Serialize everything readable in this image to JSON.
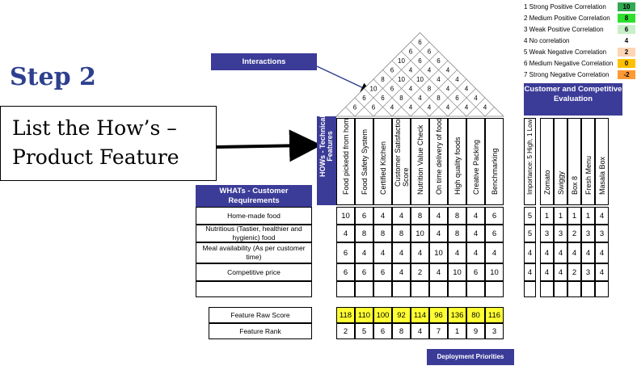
{
  "slide": {
    "step_title": "Step 2",
    "note_line1": "List the How’s –",
    "note_line2": "Product Feature"
  },
  "labels": {
    "interactions": "Interactions",
    "hows_header": "HOWs - Technical Features",
    "whats_header": "WHATs - Customer Requirements",
    "customer_eval": "Customer and Competitive Evaluation",
    "importance": "Importance: 5 High, 1 Low",
    "raw_score": "Feature Raw Score",
    "rank": "Feature Rank",
    "deployment": "Deployment Priorities"
  },
  "legend": [
    {
      "label": "1 Strong Positive Correlation",
      "value": "10",
      "color": "#33a852"
    },
    {
      "label": "2 Medium Positive Correlation",
      "value": "8",
      "color": "#2ee02e"
    },
    {
      "label": "3 Weak Positive Correlation",
      "value": "6",
      "color": "#c8f0c8"
    },
    {
      "label": "4 No correlation",
      "value": "4",
      "color": "#ffffff"
    },
    {
      "label": "5 Weak Negative Correlation",
      "value": "2",
      "color": "#fcd5b4"
    },
    {
      "label": "6 Medium Negative Correlation",
      "value": "0",
      "color": "#ffc000"
    },
    {
      "label": "7 Strong Negative Correlation",
      "value": "-2",
      "color": "#ff9933"
    }
  ],
  "features": [
    "Food pickedd from home",
    "Food Safety System",
    "Certified Kitchen",
    "Customer Satisfaction Score",
    "Nutrition Value Check",
    "On time delivery of food",
    "High quality foods",
    "Creative Packing",
    "Benchmarking"
  ],
  "competitors": [
    "Zomato",
    "Swiggy",
    "Box 8",
    "Fresh Menu",
    "Masala Box"
  ],
  "requirements": [
    {
      "name": "Home-made food",
      "values": [
        "10",
        "6",
        "4",
        "4",
        "8",
        "4",
        "8",
        "4",
        "6"
      ],
      "importance": "5",
      "eval": [
        "1",
        "1",
        "1",
        "1",
        "4"
      ]
    },
    {
      "name": "Nutritious (Tastier, healthier and hygienic) food",
      "values": [
        "4",
        "8",
        "8",
        "8",
        "10",
        "4",
        "8",
        "4",
        "6"
      ],
      "importance": "5",
      "eval": [
        "3",
        "3",
        "2",
        "3",
        "3"
      ]
    },
    {
      "name": "Meal availability (As per customer time)",
      "values": [
        "6",
        "4",
        "4",
        "4",
        "4",
        "10",
        "4",
        "4",
        "4"
      ],
      "importance": "4",
      "eval": [
        "4",
        "4",
        "4",
        "4",
        "4"
      ]
    },
    {
      "name": "Competitive price",
      "values": [
        "6",
        "6",
        "6",
        "4",
        "2",
        "4",
        "10",
        "6",
        "10"
      ],
      "importance": "4",
      "eval": [
        "4",
        "4",
        "2",
        "3",
        "4"
      ]
    }
  ],
  "raw_scores": [
    "118",
    "110",
    "100",
    "92",
    "114",
    "96",
    "136",
    "80",
    "116"
  ],
  "ranks": [
    "2",
    "5",
    "6",
    "8",
    "4",
    "7",
    "1",
    "9",
    "3"
  ],
  "roof": [
    [
      "6",
      "6",
      "4",
      "4",
      "4",
      "4",
      "4",
      "4"
    ],
    [
      "6",
      "6",
      "8",
      "4",
      "8",
      "6",
      "4"
    ],
    [
      "10",
      "6",
      "4",
      "8",
      "4",
      "4"
    ],
    [
      "8",
      "10",
      "10",
      "4",
      "4"
    ],
    [
      "6",
      "4",
      "4",
      "4"
    ],
    [
      "10",
      "6",
      "6"
    ],
    [
      "6",
      "6"
    ],
    [
      "6"
    ]
  ]
}
